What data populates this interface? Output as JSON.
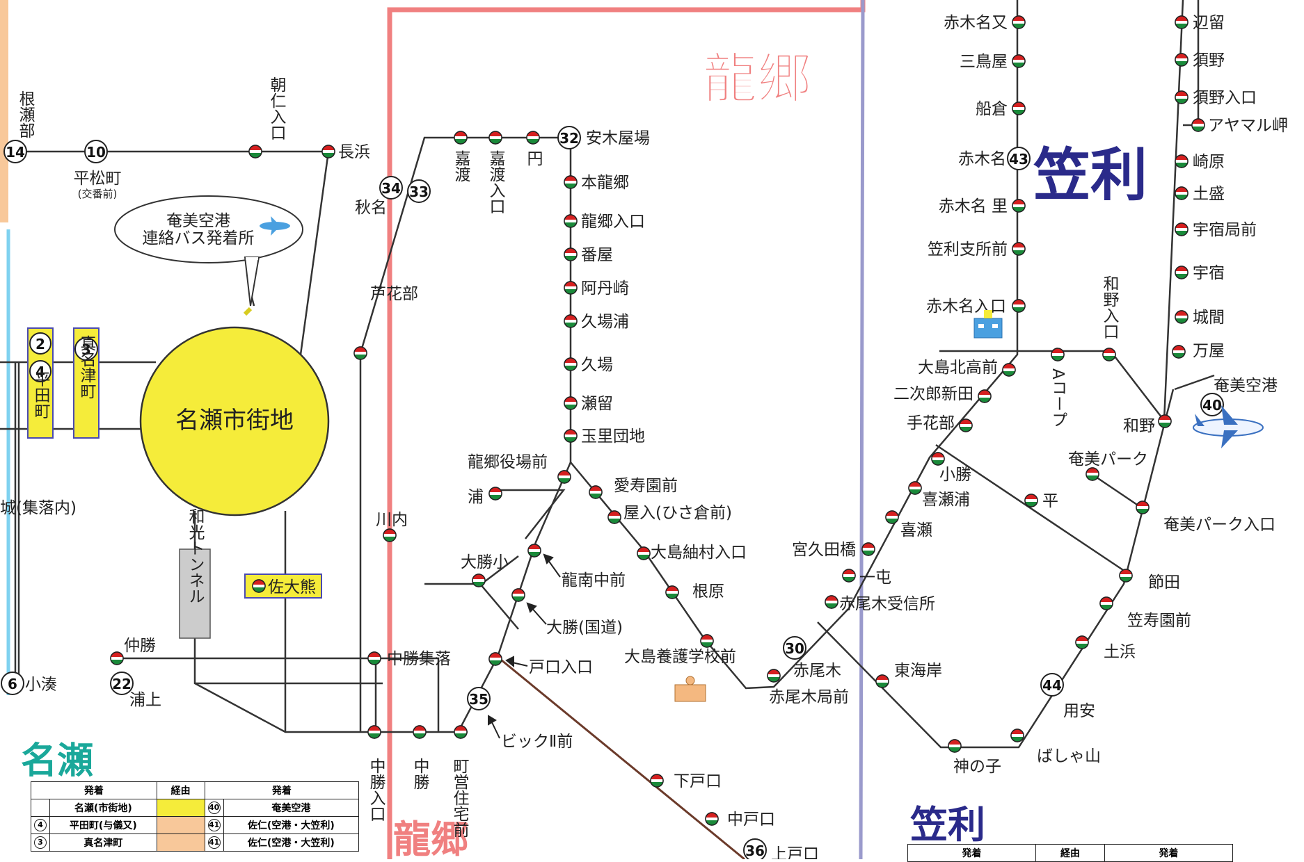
{
  "regions": {
    "naze": "名瀬",
    "tatsugo": "龍郷",
    "kasari": "笠利"
  },
  "colors": {
    "tatsugo": "#f08080",
    "kasari": "#2a2a8a",
    "naze": "#1aa89a",
    "yellow": "#f5ec3a",
    "orange": "#f8c89a",
    "route_line": "#333333",
    "brown_line": "#6b3a2a"
  },
  "naze_center": {
    "label": "名瀬市街地"
  },
  "airport_bubble": {
    "line1": "奄美空港",
    "line2": "連絡バス発着所"
  },
  "boxes": {
    "hirata": {
      "nums": [
        "2",
        "4"
      ],
      "label": "平田町"
    },
    "mananotsu": {
      "num": "3",
      "label": "真名津町"
    },
    "wako_tunnel": "和光トンネル",
    "sadaikuma": "佐大熊"
  },
  "stops": {
    "neseibu": "根瀬部",
    "num14": "14",
    "num10": "10",
    "hiramatsu": "平松町",
    "hiramatsu_sub": "(交番前)",
    "asani": "朝仁入口",
    "nagahama": "長浜",
    "akina": "秋名",
    "num34": "34",
    "num33": "33",
    "kado": "嘉渡",
    "kadoiri": "嘉渡入口",
    "en": "円",
    "num32": "32",
    "ankiyaba": "安木屋場",
    "honryugo": "本龍郷",
    "ryugoiri": "龍郷入口",
    "banya": "番屋",
    "atansaki": "阿丹崎",
    "kubaura": "久場浦",
    "kuba": "久場",
    "setome": "瀬留",
    "tamari": "玉里団地",
    "yakuba": "龍郷役場前",
    "ura": "浦",
    "aijuen": "愛寿園前",
    "yairi": "屋入(ひさ倉前)",
    "ashikebu": "芦花部",
    "kawauchi": "川内",
    "ogachisho": "大勝小",
    "ryunan": "龍南中前",
    "ogachi_kokudo": "大勝(国道)",
    "tsumugi": "大島紬村入口",
    "nebara": "根原",
    "yogo": "大島養護学校前",
    "tobeiriguchi": "戸口入口",
    "num35": "35",
    "big2": "ビックⅡ前",
    "nakakachi": "仲勝",
    "nakakachi_shuraku": "中勝集落",
    "num22": "22",
    "uragami": "浦上",
    "num6": "6",
    "kominato": "小湊",
    "shiro": "城(集落内)",
    "nakakachi_iri": "中勝入口",
    "nakakachi2": "中勝",
    "machimiya": "町営住宅前",
    "shimotoguchi": "下戸口",
    "nakatoguchi": "中戸口",
    "num36": "36",
    "kamitoguchi": "上戸口",
    "akakinamata": "赤木名又",
    "mitoriya": "三鳥屋",
    "funakura": "船倉",
    "akakina": "赤木名",
    "num43": "43",
    "akakina_sato": "赤木名 里",
    "kasari_shisho": "笠利支所前",
    "akakina_iri": "赤木名入口",
    "kitakoko": "大島北高前",
    "jirojiro": "二次郎新田",
    "tekebu": "手花部",
    "kokachi": "小勝",
    "kisuura": "喜瀬浦",
    "kise": "喜瀬",
    "miyaku": "宮久田橋",
    "ittun": "一屯",
    "akao_jushin": "赤尾木受信所",
    "num30": "30",
    "akaogi": "赤尾木",
    "akaogi_kyoku": "赤尾木局前",
    "tokaigan": "東海岸",
    "kaminoko": "神の子",
    "a_coop": "Aコープ",
    "wano_iri": "和野入口",
    "taira": "平",
    "hetome": "辺留",
    "suno": "須野",
    "suno_iri": "須野入口",
    "ayamaru": "アヤマル岬",
    "sakibaru": "崎原",
    "tomori": "土盛",
    "ushuku_kyoku": "宇宿局前",
    "ushuku": "宇宿",
    "gusuku": "城間",
    "manya": "万屋",
    "wano": "和野",
    "amami_airport": "奄美空港",
    "num40": "40",
    "amami_park": "奄美パーク",
    "amami_park_iri": "奄美パーク入口",
    "fushida": "節田",
    "sajuen": "笠寿園前",
    "tsuchihama": "土浜",
    "num44": "44",
    "yoan": "用安",
    "bashayama": "ばしゃ山"
  },
  "naze_table": {
    "headers": [
      "発着",
      "経由",
      "発着"
    ],
    "rows": [
      {
        "n1": "",
        "from": "名瀬(市街地)",
        "via": "yellow",
        "n2": "40",
        "to": "奄美空港"
      },
      {
        "n1": "4",
        "from": "平田町(与儀又)",
        "via": "orange",
        "n2": "41",
        "to": "佐仁(空港・大笠利)"
      },
      {
        "n1": "3",
        "from": "真名津町",
        "via": "orange",
        "n2": "41",
        "to": "佐仁(空港・大笠利)"
      }
    ]
  },
  "kasari_table": {
    "headers": [
      "発着",
      "経由",
      "発着"
    ]
  }
}
